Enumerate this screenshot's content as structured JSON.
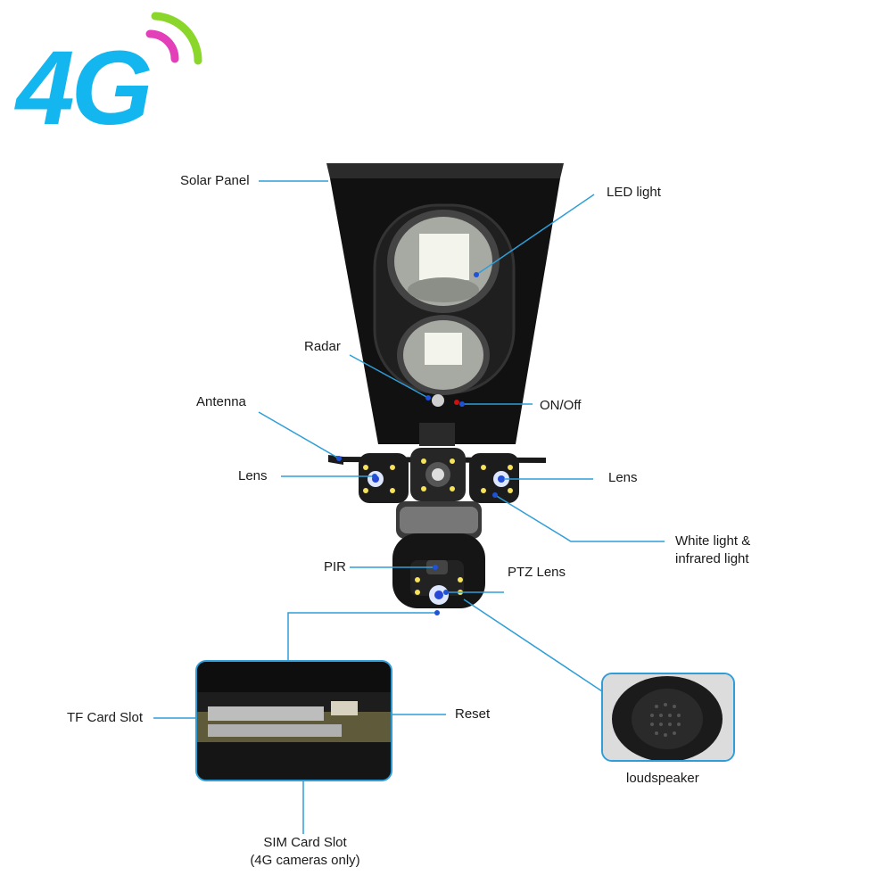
{
  "badge": {
    "text": "4G",
    "color": "#13b6ee",
    "signal_colors": [
      "#8bd62b",
      "#e23fb8"
    ]
  },
  "accent_color": "#2f9ed8",
  "labels": {
    "solar_panel": "Solar Panel",
    "led_light": "LED light",
    "radar": "Radar",
    "antenna": "Antenna",
    "on_off": "ON/Off",
    "lens_left": "Lens",
    "lens_right": "Lens",
    "white_light_1": "White light &",
    "white_light_2": "infrared light",
    "pir": "PIR",
    "ptz_lens": "PTZ Lens",
    "tf_card_slot": "TF Card Slot",
    "reset": "Reset",
    "loudspeaker": "loudspeaker",
    "sim_card_slot_1": "SIM Card Slot",
    "sim_card_slot_2": "(4G cameras only)"
  }
}
